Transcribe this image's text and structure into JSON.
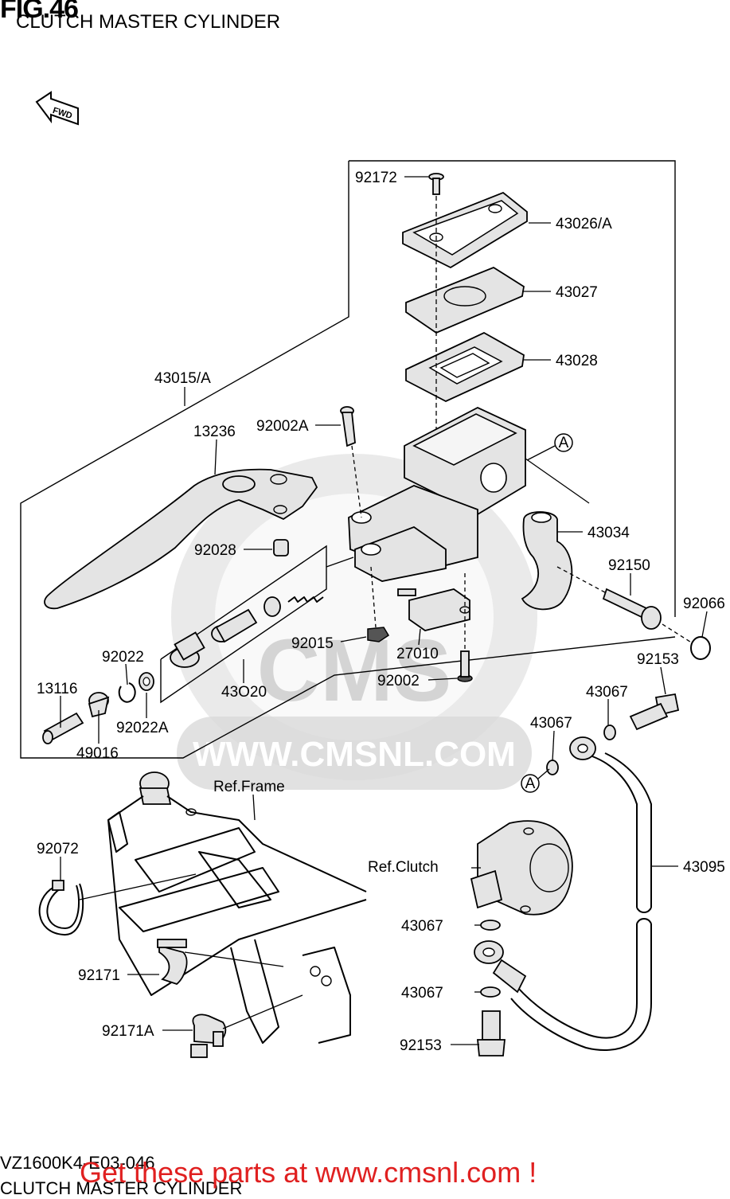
{
  "figure": {
    "number": "FIG.46",
    "title": "CLUTCH MASTER CYLINDER",
    "direction_marker": "FWD",
    "footer_code": "VZ1600K4-E03-046",
    "footer_title": "CLUTCH MASTER CYLINDER"
  },
  "watermark": {
    "brand": "CMS",
    "url": "WWW.CMSNL.COM"
  },
  "promo_text": "Get these parts at www.cmsnl.com !",
  "callouts": {
    "a1": "A",
    "a2": "A"
  },
  "part_labels": {
    "p92172": "92172",
    "p43026a": "43026/A",
    "p43027": "43027",
    "p43028": "43028",
    "p43015a": "43015/A",
    "p13236": "13236",
    "p92002a": "92002A",
    "p43034": "43034",
    "p92028": "92028",
    "p92150": "92150",
    "p92066": "92066",
    "p92015": "92015",
    "p27010": "27010",
    "p92153a": "92153",
    "p92022": "92022",
    "p13116": "13116",
    "p43020": "43O20",
    "p92002": "92002",
    "p43067a": "43067",
    "p43067b": "43067",
    "p92022a": "92022A",
    "p49016": "49016",
    "pRefFrame": "Ref.Frame",
    "p92072": "92072",
    "pRefClutch": "Ref.Clutch",
    "p43095": "43095",
    "p43067c": "43067",
    "p92171": "92171",
    "p43067d": "43067",
    "p92171a": "92171A",
    "p92153b": "92153"
  }
}
